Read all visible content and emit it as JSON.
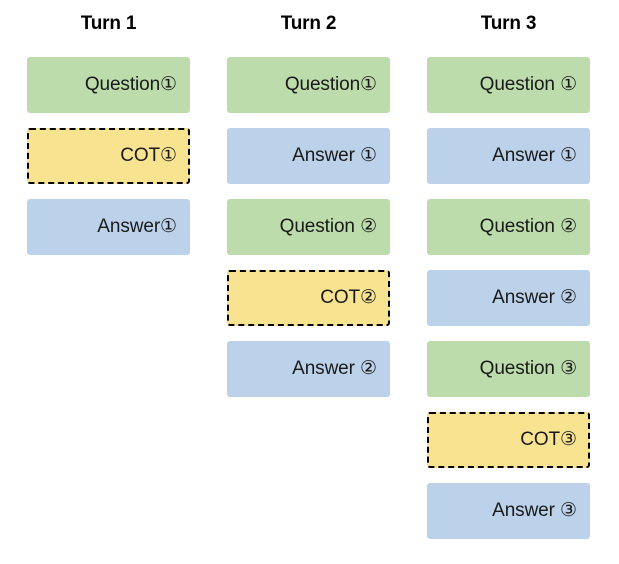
{
  "figure": {
    "background_color": "#ffffff",
    "colors": {
      "question_fill": "#bcdcab",
      "answer_fill": "#bcd2ea",
      "cot_fill": "#f8e391",
      "cot_border": "#000000",
      "text": "#1a1a1a",
      "title_text": "#000000"
    }
  },
  "columns": [
    {
      "title": "Turn 1",
      "boxes": [
        {
          "label": "Question①",
          "kind": "question"
        },
        {
          "label": "COT①",
          "kind": "cot"
        },
        {
          "label": "Answer①",
          "kind": "answer"
        }
      ]
    },
    {
      "title": "Turn 2",
      "boxes": [
        {
          "label": "Question①",
          "kind": "question"
        },
        {
          "label": "Answer ①",
          "kind": "answer"
        },
        {
          "label": "Question ②",
          "kind": "question"
        },
        {
          "label": "COT②",
          "kind": "cot"
        },
        {
          "label": "Answer ②",
          "kind": "answer"
        }
      ]
    },
    {
      "title": "Turn 3",
      "boxes": [
        {
          "label": "Question ①",
          "kind": "question"
        },
        {
          "label": "Answer ①",
          "kind": "answer"
        },
        {
          "label": "Question ②",
          "kind": "question"
        },
        {
          "label": "Answer ②",
          "kind": "answer"
        },
        {
          "label": "Question ③",
          "kind": "question"
        },
        {
          "label": "COT③",
          "kind": "cot"
        },
        {
          "label": "Answer ③",
          "kind": "answer"
        }
      ]
    }
  ]
}
